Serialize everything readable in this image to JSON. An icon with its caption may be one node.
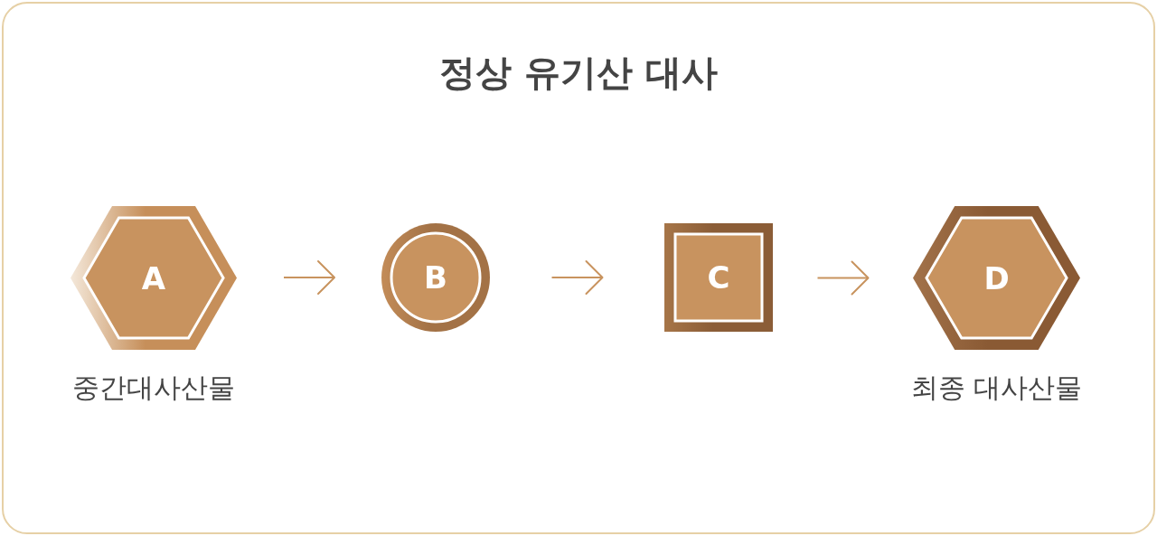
{
  "diagram": {
    "title": "정상 유기산 대사",
    "nodes": [
      {
        "text": [
          "A"
        ],
        "beside": [
          "중간대사산물"
        ]
      },
      {
        "text": [
          "B"
        ]
      },
      {
        "text": [
          "C"
        ]
      },
      {
        "text": [
          "D"
        ],
        "beside": [
          "최종 대사산물"
        ]
      }
    ],
    "edges": [
      {
        "from": 0,
        "to": 1,
        "arrow": "to"
      },
      {
        "from": 1,
        "to": 2,
        "arrow": "to"
      },
      {
        "from": 2,
        "to": 3,
        "arrow": "to"
      }
    ]
  }
}
